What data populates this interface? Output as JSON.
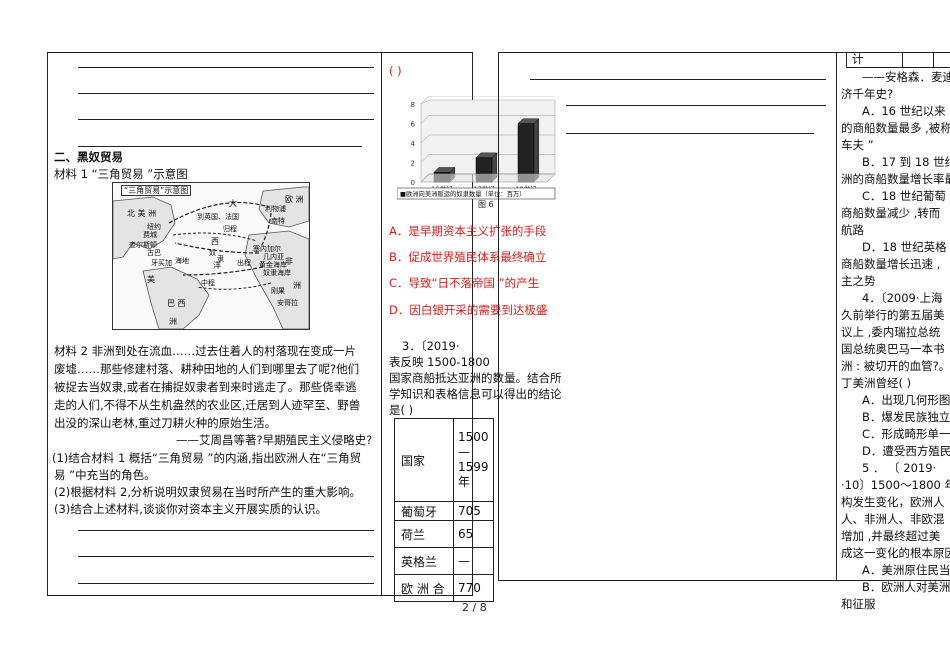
{
  "left": {
    "section_title": "二、黑奴贸易",
    "material1_label": "材料 1 “三角贸易 ”示意图",
    "map": {
      "title": "“三角贸易”示意图",
      "labels": [
        "北 美 洲",
        "大",
        "欧 洲",
        "利物浦",
        "到英国、法国",
        "西",
        "归程",
        "洋",
        "出程",
        "非",
        "洲",
        "中程",
        "奴",
        "隶",
        "美",
        "巴 西",
        "洲",
        "纽约",
        "费城",
        "查尔斯顿",
        "古巴",
        "牙买加",
        "海地",
        "南特",
        "塞内加尔",
        "奴隶海岸",
        "黄金海岸",
        "几内亚",
        "刚果",
        "安哥拉"
      ]
    },
    "material2": [
      "材料 2   非洲到处在流血……过去住着人的村落现在变成一片",
      "废墟……那些修建村落、耕种田地的人们到哪里去了呢?他们",
      "被捉去当奴隶,或者在捕捉奴隶者到来时逃走了。那些侥幸逃",
      "走的人们,不得不从生机盎然的农业区,迁居到人迹罕至、野兽",
      "出没的深山老林,重过刀耕火种的原始生活。"
    ],
    "source2": "——艾周昌等著?早期殖民主义侵略史?",
    "questions": [
      " (1)结合材料 1 概括“三角贸易 ”的内涵,指出欧洲人在“三角贸",
      "易 ”中充当的角色。",
      "(2)根据材料 2,分析说明奴隶贸易在当时所产生的重大影响。",
      "(3)结合上述材料,谈谈你对资本主义开展实质的认识。"
    ]
  },
  "middle": {
    "answer_bracket": "(      )",
    "chart_caption": "图 6",
    "legend": "■欧洲向美洲贩运的奴隶数量（单位：百万）",
    "options": [
      "A．是早期资本主义扩张的手段",
      "B．促成世界殖民体系最终确立",
      "C．导致“日不落帝国 ”的产生",
      "D．因白银开采的需要到达极盛"
    ],
    "q3_lines": [
      "3．〔2019·",
      "表反映 1500-1800",
      "国家商船抵达亚洲的数量。结合所",
      "学知识和表格信息可以得出的结论",
      "是(      )"
    ],
    "table": {
      "header": [
        "国家",
        "1500\n—\n1599\n年"
      ],
      "rows": [
        [
          "葡萄牙",
          "705"
        ],
        [
          "荷兰",
          "65"
        ],
        [
          "英格兰",
          "—"
        ],
        [
          "欧 洲 合",
          "770"
        ]
      ]
    }
  },
  "chart_data": {
    "type": "bar",
    "categories": [
      "16世纪",
      "17世纪",
      "18世纪"
    ],
    "values": [
      1,
      2.5,
      6
    ],
    "ylim": [
      0,
      8
    ],
    "yticks": [
      "0",
      "2",
      "4",
      "6",
      "8"
    ],
    "series": [
      {
        "name": "欧洲向美洲贩运的奴隶数量（单位：百万）",
        "values": [
          1,
          2.5,
          6
        ]
      }
    ],
    "legend_position": "bottom",
    "grid": true,
    "bar_color": "#222222"
  },
  "right": {
    "table_cell": "计",
    "lines": [
      "——安格森．麦迪",
      "济千年史?",
      "A．16 世纪以来",
      "的商船数量最多 ,被称",
      "车夫 ”",
      "B．17 到 18 世纪",
      "洲的商船数量增长率最",
      "C．18 世纪葡萄",
      "商船数量减少 ,转而",
      "航路",
      "D．18 世纪英格",
      "商船数量增长迅速 ,",
      "主之势",
      "4．〔2009·上海",
      "久前举行的第五届美",
      "议上 ,委内瑞拉总统",
      "国总统奥巴马一本书",
      "洲 : 被切开的血管?。",
      "丁美洲曾经(        )",
      "A．出现几何形图",
      "B．爆发民族独立",
      "C．形成畸形单一",
      "D．遭受西方殖民",
      "5  ．  〔  2019·",
      "·10〕1500～1800 年",
      "构发生变化，欧洲人",
      "人、非洲人、非欧混",
      "增加 ,并最终超过美",
      "成这一变化的根本原因",
      "A．美洲原住民当",
      "B．欧洲人对美洲",
      "和征服"
    ]
  },
  "footer": {
    "page": "2 / 8"
  }
}
